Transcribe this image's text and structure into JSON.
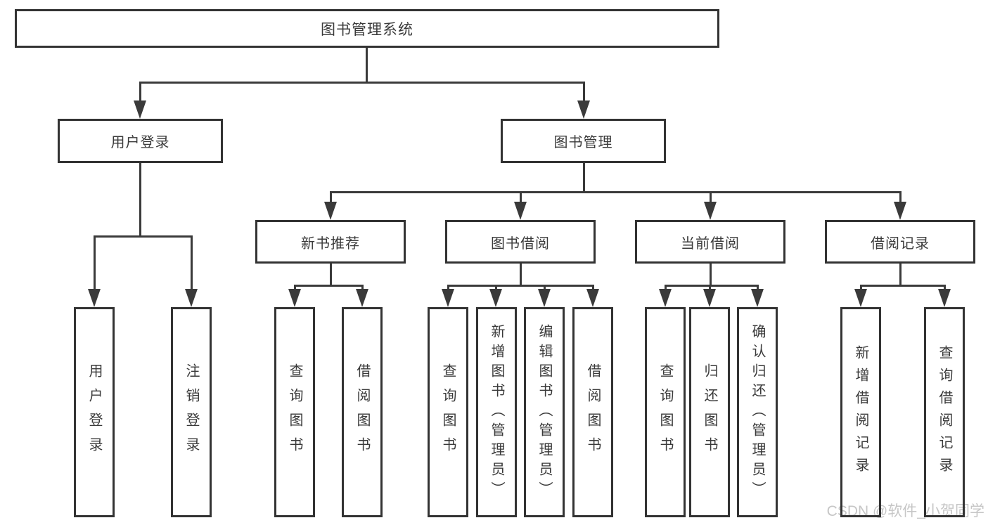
{
  "tree": {
    "root": {
      "label": "图书管理系统"
    },
    "children": [
      {
        "label": "用户登录",
        "children": [
          {
            "label": "用户登录"
          },
          {
            "label": "注销登录"
          }
        ]
      },
      {
        "label": "图书管理",
        "children": [
          {
            "label": "新书推荐",
            "children": [
              {
                "label": "查询图书"
              },
              {
                "label": "借阅图书"
              }
            ]
          },
          {
            "label": "图书借阅",
            "children": [
              {
                "label": "查询图书"
              },
              {
                "label": "新增图书（管理员）"
              },
              {
                "label": "编辑图书（管理员）"
              },
              {
                "label": "借阅图书"
              }
            ]
          },
          {
            "label": "当前借阅",
            "children": [
              {
                "label": "查询图书"
              },
              {
                "label": "归还图书"
              },
              {
                "label": "确认归还（管理员）"
              }
            ]
          },
          {
            "label": "借阅记录",
            "children": [
              {
                "label": "新增借阅记录"
              },
              {
                "label": "查询借阅记录"
              }
            ]
          }
        ]
      }
    ]
  },
  "watermark": "CSDN @软件_小贺同学",
  "colors": {
    "line": "#3a3a3a",
    "box_border": "#333333",
    "text": "#3a3a3a",
    "watermark_text": "#c6c6c6",
    "background": "#ffffff"
  }
}
